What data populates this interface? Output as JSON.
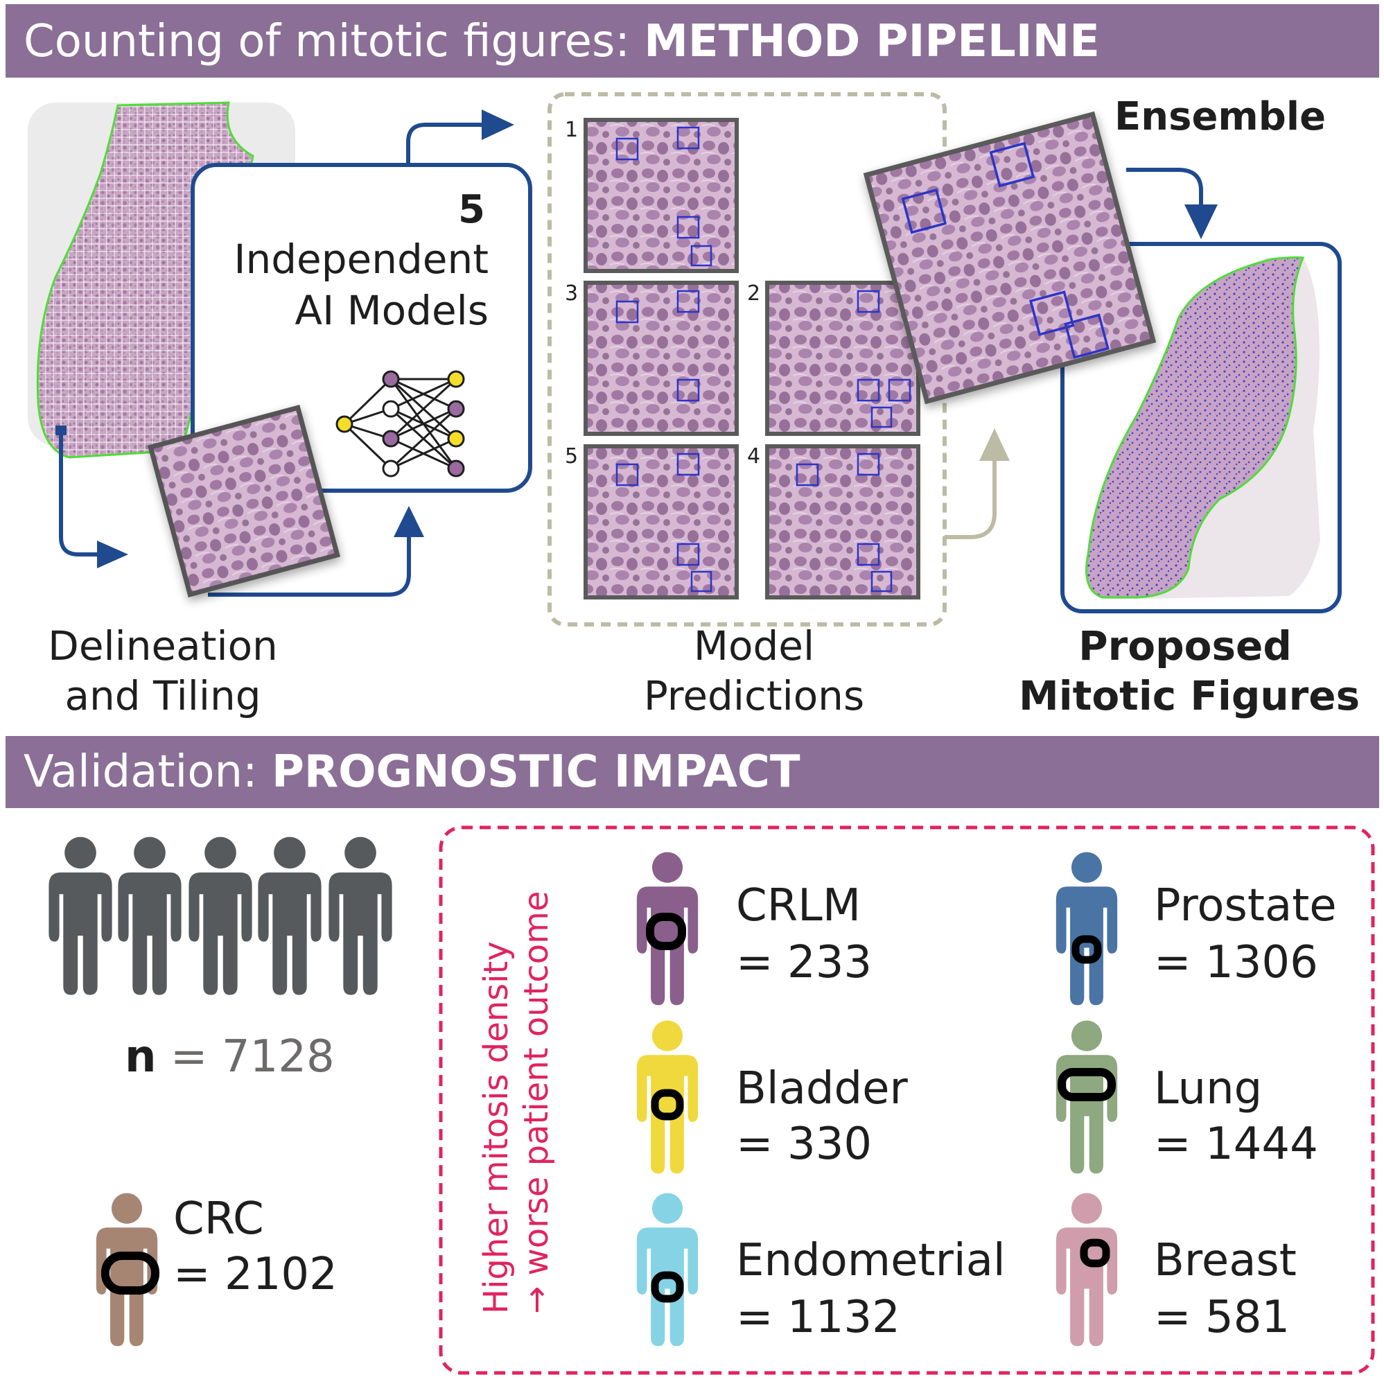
{
  "pipeline_banner": {
    "prefix": "Counting of mitotic figures: ",
    "emphasis": "METHOD PIPELINE"
  },
  "models_box": {
    "count": "5",
    "line1": "Independent",
    "line2": "AI Models"
  },
  "stages": {
    "delineation_line1": "Delineation",
    "delineation_line2": "and Tiling",
    "predictions_line1": "Model",
    "predictions_line2": "Predictions",
    "ensemble": "Ensemble",
    "proposed_line1": "Proposed",
    "proposed_line2": "Mitotic Figures"
  },
  "prediction_tiles": [
    "1",
    "2",
    "3",
    "4",
    "5"
  ],
  "validation_banner": {
    "prefix": "Validation: ",
    "emphasis": "PROGNOSTIC IMPACT"
  },
  "total": {
    "symbol": "n",
    "equals": " = 7128"
  },
  "side_label": {
    "line1": "Higher mitosis density",
    "line2": "→ worse patient outcome"
  },
  "cohorts": [
    {
      "name": "CRC",
      "value": "= 2102",
      "color": "#a68573"
    },
    {
      "name": "CRLM",
      "value": "= 233",
      "color": "#8a5f8c"
    },
    {
      "name": "Bladder",
      "value": "= 330",
      "color": "#f0d93d"
    },
    {
      "name": "Endometrial",
      "value": "= 1132",
      "color": "#86d3e6"
    },
    {
      "name": "Prostate",
      "value": "= 1306",
      "color": "#4a74a4"
    },
    {
      "name": "Lung",
      "value": "= 1444",
      "color": "#8ea87f"
    },
    {
      "name": "Breast",
      "value": "= 581",
      "color": "#cf9dac"
    }
  ],
  "colors": {
    "banner": "#8b6f97",
    "arrow_blue": "#1f4a8f",
    "arrow_grey": "#bdbba4",
    "delineation_green": "#4fdd36",
    "detection_blue": "#2b35c8",
    "dashed_red": "#e0245e",
    "person_dark": "#565a5c"
  },
  "icons": {
    "network": "neural-network-icon",
    "person": "person-icon"
  }
}
